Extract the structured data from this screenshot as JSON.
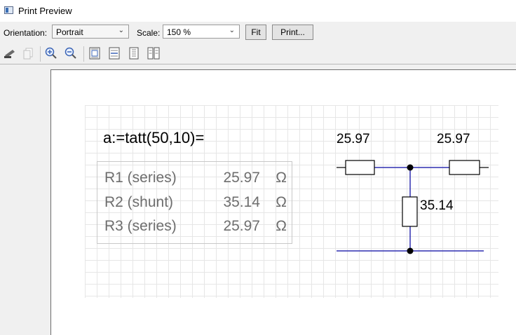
{
  "window": {
    "title": "Print Preview"
  },
  "options": {
    "orientation_label": "Orientation:",
    "orientation_value": "Portrait",
    "scale_label": "Scale:",
    "scale_value": "150 %",
    "fit_label": "Fit",
    "print_label": "Print..."
  },
  "toolbar": {
    "icons": [
      "print-icon",
      "copy-icon",
      "zoom-in-icon",
      "zoom-out-icon",
      "fit-page-icon",
      "fit-width-icon",
      "single-page-icon",
      "two-pages-icon"
    ]
  },
  "document": {
    "formula": "a:=tatt(50,10)=",
    "rows": [
      {
        "name": "R1 (series)",
        "value": "25.97",
        "unit": "Ω"
      },
      {
        "name": "R2 (shunt)",
        "value": "35.14",
        "unit": "Ω"
      },
      {
        "name": "R3 (series)",
        "value": "25.97",
        "unit": "Ω"
      }
    ],
    "circuit": {
      "left_value": "25.97",
      "right_value": "25.97",
      "shunt_value": "35.14",
      "wire_color": "#2f2fb0"
    }
  }
}
